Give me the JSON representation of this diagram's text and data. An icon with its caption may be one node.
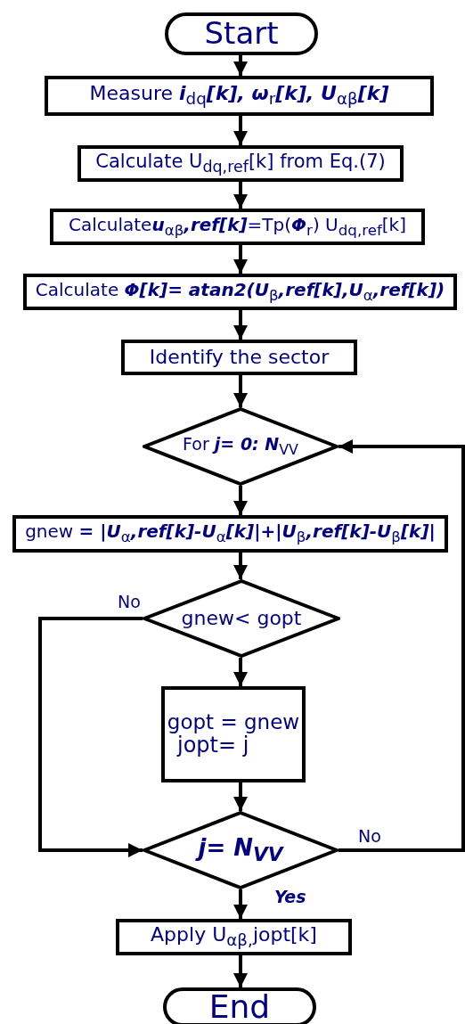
{
  "diagram": {
    "nodes": [
      {
        "text": [
          "Start"
        ]
      },
      {
        "text": [
          "Measure **i**$_{dq}$**[k], ω**$_{r}$**[k], U**$_{αβ}$**[k]**"
        ]
      },
      {
        "text": [
          "Calculate U$_{dq,ref}$[k] from Eq.(7)"
        ]
      },
      {
        "text": [
          "Calculate**u**$_{αβ}$**,ref[k]**=Tp(**Φ**$_{r}$) U$_{dq,ref}$[k]"
        ]
      },
      {
        "text": [
          "Calculate **Φ[k]= atan2(U**$_{β}$**,ref[k],U**$_{α}$**,ref[k])**"
        ]
      },
      {
        "text": [
          "Identify the sector"
        ]
      },
      {
        "text": [
          "For **j= 0: N**$_{VV}$"
        ]
      },
      {
        "text": [
          "gnew **= |U**$_{α}$**,ref[k]-U**$_{α}$**[k]|+|U**$_{β}$**,ref[k]-U**$_{β}$**[k]|**"
        ]
      },
      {
        "text": [
          "gnew< gopt"
        ]
      },
      {
        "text": [
          "gopt = gnew",
          "jopt= j"
        ]
      },
      {
        "text": [
          "j= N$_{VV}$"
        ]
      },
      {
        "text": [
          "Apply U$_{αβ,}$jopt[k]"
        ]
      },
      {
        "text": [
          "End"
        ]
      }
    ],
    "edges": [
      {
        "from": 0,
        "to": 1,
        "arrow": "to"
      },
      {
        "from": 1,
        "to": 2,
        "arrow": "to"
      },
      {
        "from": 2,
        "to": 3,
        "arrow": "to"
      },
      {
        "from": 3,
        "to": 4,
        "arrow": "to"
      },
      {
        "from": 4,
        "to": 5,
        "arrow": "to"
      },
      {
        "from": 5,
        "to": 6,
        "arrow": "to"
      },
      {
        "from": 6,
        "to": 7,
        "arrow": "to"
      },
      {
        "from": 7,
        "to": 8,
        "arrow": "to"
      },
      {
        "from": 8,
        "to": 9,
        "arrow": "to"
      },
      {
        "from": 8,
        "to": 10,
        "label": "No",
        "arrow": "to"
      },
      {
        "from": 9,
        "to": 10,
        "arrow": "to"
      },
      {
        "from": 10,
        "to": 6,
        "label": "No",
        "arrow": "to"
      },
      {
        "from": 10,
        "to": 11,
        "label": "Yes",
        "arrow": "to"
      },
      {
        "from": 11,
        "to": 12,
        "arrow": "to"
      }
    ]
  }
}
